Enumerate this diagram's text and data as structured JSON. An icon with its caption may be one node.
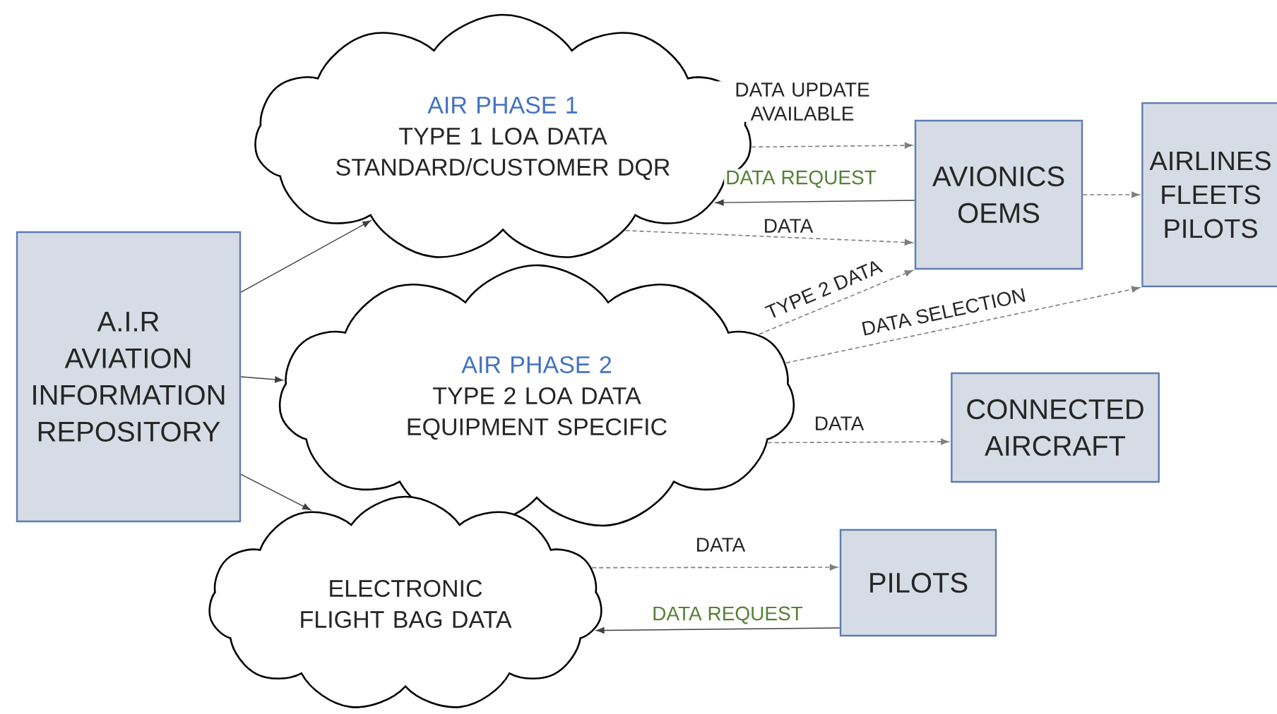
{
  "diagram": {
    "nodes": [
      {
        "text": [
          "A.I.R",
          "AVIATION INFORMATION REPOSITORY"
        ]
      },
      {
        "text": [
          "AIR PHASE 1",
          "TYPE 1 LOA DATA STANDARD/CUSTOMER DQR"
        ]
      },
      {
        "text": [
          "AIR PHASE 2",
          "TYPE 2 LOA DATA EQUIPMENT SPECIFIC"
        ]
      },
      {
        "text": [
          "ELECTRONIC FLIGHT BAG DATA"
        ]
      },
      {
        "text": [
          "AVIONICS OEMS"
        ]
      },
      {
        "text": [
          "AIRLINES FLEETS PILOTS"
        ]
      },
      {
        "text": [
          "CONNECTED AIRCRAFT"
        ]
      },
      {
        "text": [
          "PILOTS"
        ]
      }
    ],
    "edges": [
      {
        "from": 0,
        "to": 1,
        "arrow": "to"
      },
      {
        "from": 0,
        "to": 2,
        "arrow": "to"
      },
      {
        "from": 0,
        "to": 3,
        "arrow": "to"
      },
      {
        "from": 1,
        "to": 4,
        "arrow": "to",
        "label": "DATA UPDATE AVAILABLE",
        "style": "dashed"
      },
      {
        "from": 4,
        "to": 1,
        "arrow": "to",
        "label": "DATA REQUEST"
      },
      {
        "from": 1,
        "to": 4,
        "arrow": "to",
        "label": "DATA",
        "style": "dashed"
      },
      {
        "from": 2,
        "to": 4,
        "arrow": "to",
        "label": "TYPE 2 DATA",
        "style": "dashed"
      },
      {
        "from": 2,
        "to": 5,
        "arrow": "to",
        "label": "DATA SELECTION",
        "style": "dashed"
      },
      {
        "from": 2,
        "to": 6,
        "arrow": "to",
        "label": "DATA",
        "style": "dashed"
      },
      {
        "from": 4,
        "to": 5,
        "arrow": "to",
        "style": "dashed"
      },
      {
        "from": 3,
        "to": 7,
        "arrow": "to",
        "label": "DATA",
        "style": "dashed"
      },
      {
        "from": 7,
        "to": 3,
        "arrow": "to",
        "label": "DATA REQUEST"
      }
    ]
  }
}
